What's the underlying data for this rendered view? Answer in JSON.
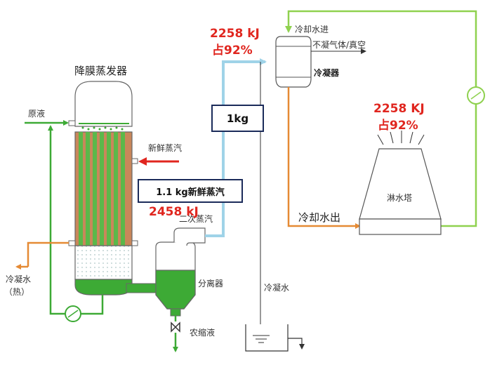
{
  "labels": {
    "evaporator_title": "降膜蒸发器",
    "raw_liquid": "原液",
    "fresh_steam": "新鲜蒸汽",
    "secondary_steam": "二次蒸汽",
    "condensate_hot_line1": "冷凝水",
    "condensate_hot_line2": "（热）",
    "separator": "分离器",
    "concentrate": "农缩液",
    "condenser": "冷凝器",
    "cooling_water_in": "冷却水进",
    "noncondensable": "不凝气体/真空",
    "condensate": "冷凝水",
    "cooling_tower": "淋水塔",
    "cooling_water_out": "冷却水出"
  },
  "boxes": {
    "mass": "1kg",
    "steam_input": "1.1 kg新鲜蒸汽"
  },
  "energy": {
    "condenser_kj": "2258 kJ",
    "condenser_pct": "占92%",
    "tower_kj": "2258 KJ",
    "tower_pct": "占92%",
    "steam_kj": "2458 kJ"
  },
  "colors": {
    "energy_red": "#e0261f",
    "green_line": "#3daa35",
    "light_green_line": "#8fd14f",
    "blue_line": "#9fd3e8",
    "orange_line": "#e58a34",
    "tube_green": "#5bb84a",
    "shell_brown": "#c9875a"
  }
}
